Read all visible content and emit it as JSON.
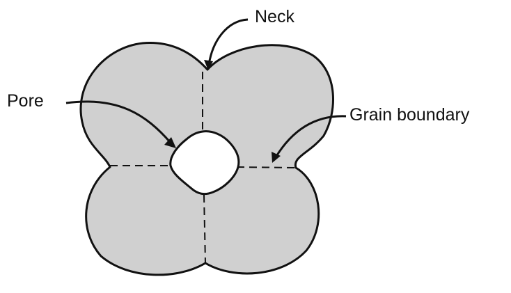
{
  "labels": {
    "neck": "Neck",
    "pore": "Pore",
    "grain_boundary": "Grain boundary"
  },
  "colors": {
    "grain_fill": "#d0d0d0",
    "outline": "#111111",
    "background": "#ffffff",
    "pore_fill": "#ffffff"
  }
}
